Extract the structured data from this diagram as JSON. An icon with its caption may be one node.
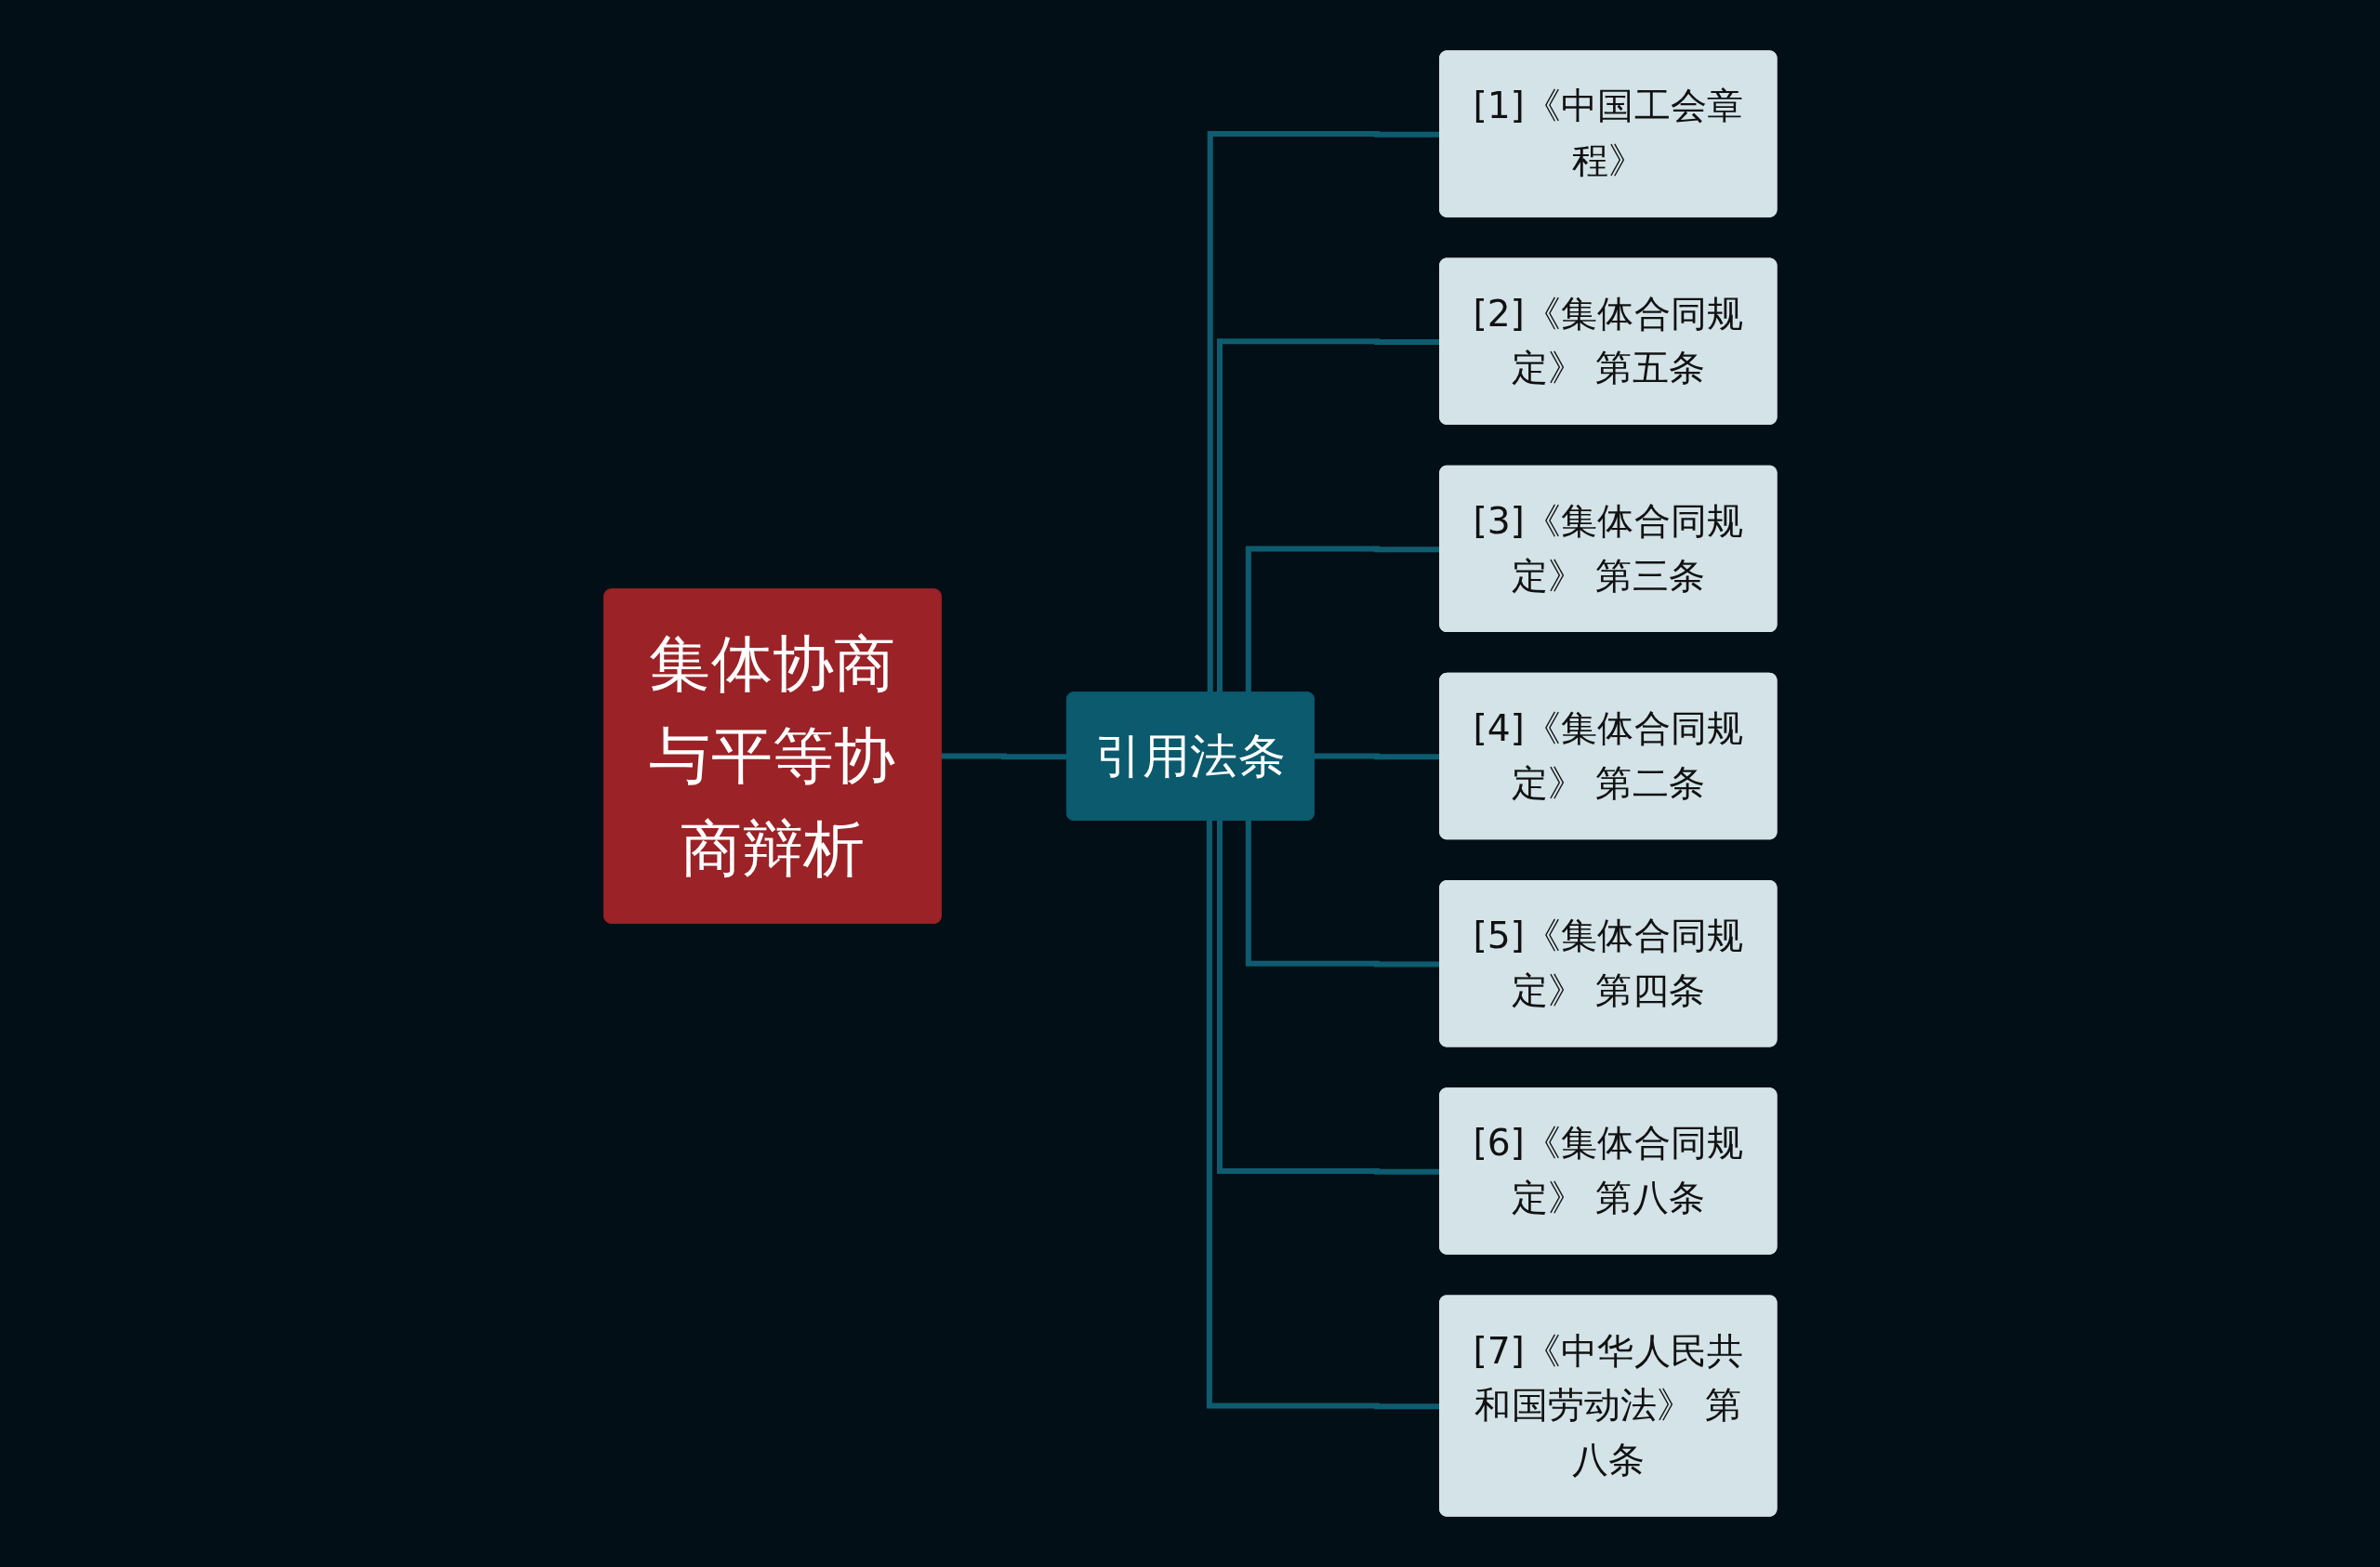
{
  "diagram": {
    "nodes": [
      {
        "text": [
          "集体协商与平等协商辩析"
        ]
      },
      {
        "text": [
          "引用法条"
        ]
      },
      {
        "text": [
          "[1]《中国工会章程》"
        ]
      },
      {
        "text": [
          "[2]《集体合同规定》 第五条"
        ]
      },
      {
        "text": [
          "[3]《集体合同规定》 第三条"
        ]
      },
      {
        "text": [
          "[4]《集体合同规定》 第二条"
        ]
      },
      {
        "text": [
          "[5]《集体合同规定》 第四条"
        ]
      },
      {
        "text": [
          "[6]《集体合同规定》 第八条"
        ]
      },
      {
        "text": [
          "[7]《中华人民共和国劳动法》 第八条"
        ]
      }
    ],
    "edges": [
      {
        "from": 0,
        "to": 1,
        "arrow": "none"
      },
      {
        "from": 1,
        "to": 2,
        "arrow": "none"
      },
      {
        "from": 1,
        "to": 3,
        "arrow": "none"
      },
      {
        "from": 1,
        "to": 4,
        "arrow": "none"
      },
      {
        "from": 1,
        "to": 5,
        "arrow": "none"
      },
      {
        "from": 1,
        "to": 6,
        "arrow": "none"
      },
      {
        "from": 1,
        "to": 7,
        "arrow": "none"
      },
      {
        "from": 1,
        "to": 8,
        "arrow": "none"
      }
    ]
  }
}
